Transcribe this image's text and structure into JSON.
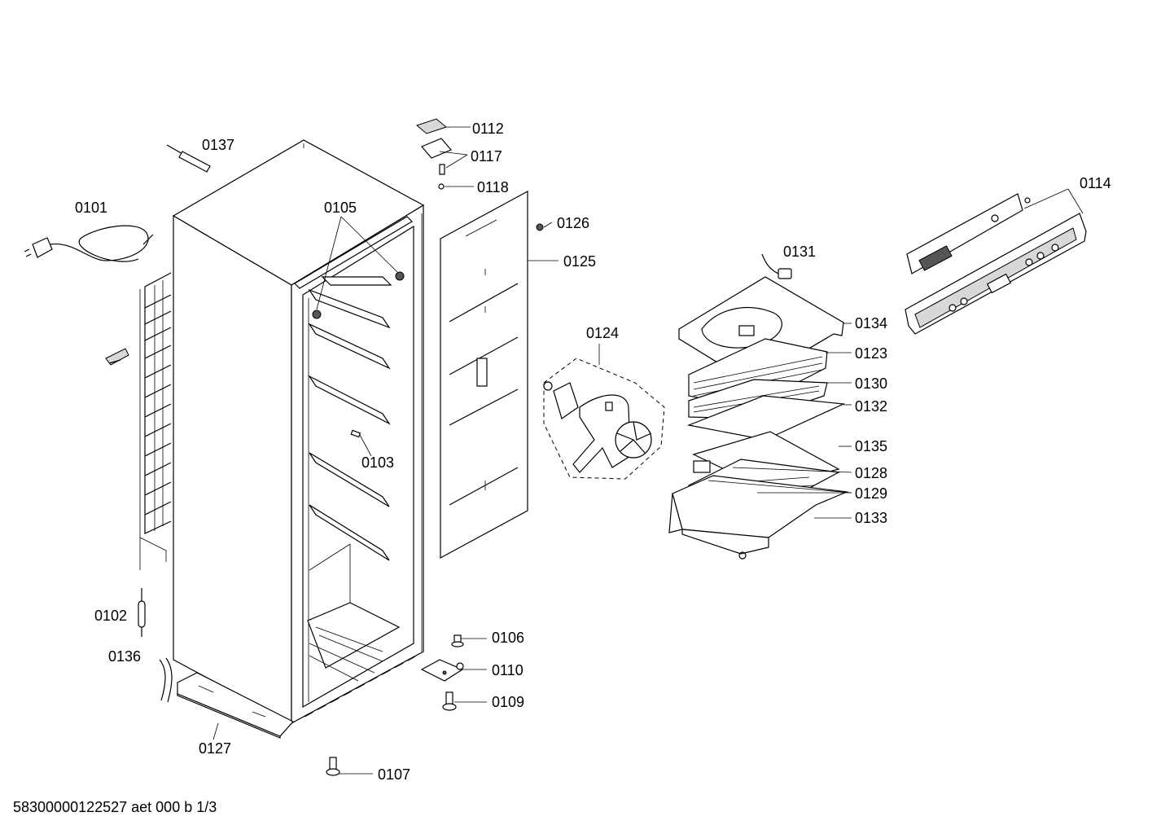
{
  "labels": {
    "p0101": "0101",
    "p0102": "0102",
    "p0103": "0103",
    "p0105": "0105",
    "p0106": "0106",
    "p0107": "0107",
    "p0109": "0109",
    "p0110": "0110",
    "p0112": "0112",
    "p0114": "0114",
    "p0117": "0117",
    "p0118": "0118",
    "p0123": "0123",
    "p0124": "0124",
    "p0125": "0125",
    "p0126": "0126",
    "p0127": "0127",
    "p0128": "0128",
    "p0129": "0129",
    "p0130": "0130",
    "p0131": "0131",
    "p0132": "0132",
    "p0133": "0133",
    "p0134": "0134",
    "p0135": "0135",
    "p0136": "0136",
    "p0137": "0137"
  },
  "footer": "58300000122527 aet 000 b 1/3"
}
